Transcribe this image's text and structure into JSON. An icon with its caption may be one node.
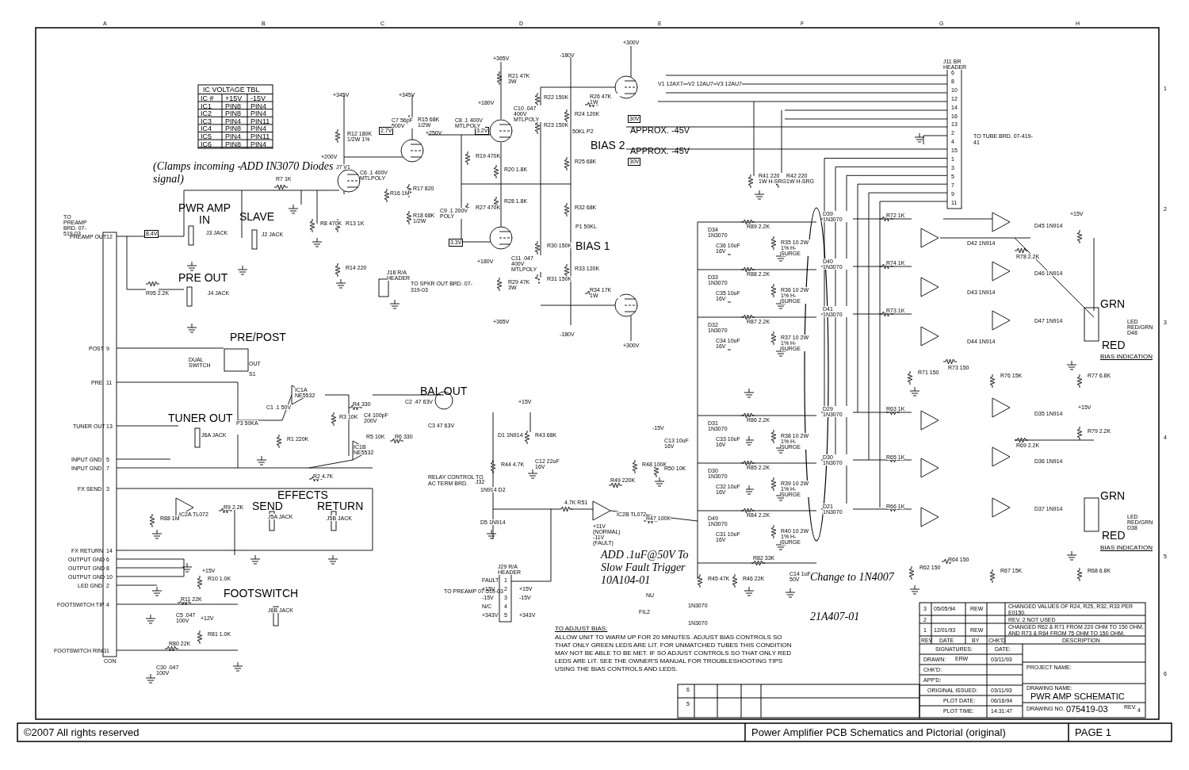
{
  "diagram": {
    "labels": [
      "A",
      "B",
      "C",
      "D",
      "E",
      "F",
      "G",
      "H",
      "1",
      "2",
      "3",
      "4",
      "5",
      "6",
      "IC VOLTAGE TBL",
      "IC #",
      "+15V",
      "-15V",
      "IC1",
      "PIN8",
      "PIN4",
      "IC2",
      "PIN8",
      "PIN4",
      "IC3",
      "PIN4",
      "PIN11",
      "IC4",
      "PIN8",
      "PIN4",
      "IC5",
      "PIN4",
      "PIN11",
      "IC6",
      "PIN8",
      "PIN4",
      "(Clamps incoming -signal)",
      "ADD IN3070 Diodes",
      "PWR AMP IN",
      "SLAVE",
      "PRE OUT",
      "PRE/POST",
      "TUNER OUT",
      "BAL OUT",
      "EFFECTS",
      "SEND",
      "RETURN",
      "FOOTSWITCH",
      "BIAS 2",
      "BIAS 1",
      "APPROX. -45V",
      "APPROX. -45V",
      "GRN",
      "RED",
      "BIAS INDICATION",
      "GRN",
      "RED",
      "BIAS INDICATION",
      "TO PREAMP BRD. 07-519-03",
      "CON",
      "PREAMP OUT",
      "12",
      "POST",
      "9",
      "PRE",
      "11",
      "TUNER OUT",
      "13",
      "INPUT GND",
      "5",
      "INPUT GND",
      "7",
      "FX SEND",
      "3",
      "FX RETURN",
      "14",
      "OUTPUT GND",
      "6",
      "OUTPUT GND",
      "8",
      "OUTPUT GND",
      "10",
      "LED GND",
      "2",
      "FOOTSWITCH TIP",
      "4",
      "FOOTSWITCH RING",
      "1",
      "+345V",
      "+345V",
      "+365V",
      "-180V",
      "+300V",
      "+180V",
      "+250V",
      "+200V",
      "8.4V",
      "2.7V",
      "3.2V",
      "3.3V",
      "30V",
      "30V",
      "+180V",
      "+365V",
      "-180V",
      "+300V",
      "R7 1K",
      "R8 470K",
      "R12 180K 1/2W 1%",
      "R13 1K",
      "R14 220",
      "J3 JACK",
      "J2 JACK",
      "R95 2.2K",
      "J4 JACK",
      "C6 .1 400V MTLPOLY",
      "J7 V1",
      "C7 56pF 500V",
      "R15 68K 1/2W",
      "C8 .1 400V MTLPOLY",
      "R21 47K 3W",
      "C10 .047 400V MTLPOLY",
      "R22 150K",
      "R23 150K",
      "R24 120K",
      "R26 47K 1W",
      "50KL P2",
      "R25 68K",
      "R19 470K",
      "R20 1.8K",
      "R16 1M",
      "R17 820",
      "R18 68K 1/2W",
      "C9 .1 200V POLY",
      "R27 470K",
      "R28 1.8K",
      "R32 68K",
      "P1 50KL",
      "R30 150K",
      "R31 150K",
      "R33 120K",
      "R34 17K 1W",
      "R29 47K 3W",
      "C11 .047 400V MTLPOLY",
      "J18 R/A HEADER",
      "TO SPKR OUT BRD. 07-319-03",
      "J11 BR HEADER",
      "6",
      "8",
      "10",
      "12",
      "14",
      "16",
      "13",
      "2",
      "4",
      "15",
      "1",
      "3",
      "5",
      "7",
      "9",
      "11",
      "TO TUBE BRD. 07-419-41",
      "R41 220 1W H-SRG",
      "R42 220 1W H-SRG",
      "V1 12AX7",
      "V2 12AU7",
      "V3 12AU7",
      "D34 1N3070",
      "R89 2.2K",
      "C36 10uF 16V",
      "R35 10 2W 1% H-SURGE",
      "D39 1N3070",
      "R72 1K",
      "D33 1N3070",
      "R88 2.2K",
      "C35 10uF 16V",
      "R36 10 2W 1% H-SURGE",
      "D40 1N3070",
      "R74 1K",
      "D32 1N3070",
      "R87 2.2K",
      "C34 10uF 16V",
      "R37 10 2W 1% H-SURGE",
      "D41 1N3070",
      "R73 1K",
      "D42 1N914",
      "D43 1N914",
      "D44 1N914",
      "D45 1N914",
      "D46 1N914",
      "D47 1N914",
      "R78 2.2K",
      "+15V",
      "LED RED/GRN D48",
      "R73 150",
      "R71 150",
      "R76 15K",
      "R77 6.8K",
      "D31 1N3070",
      "R86 2.2K",
      "C33 10uF 16V",
      "R38 10 2W 1% H-SURGE",
      "D29 1N3070",
      "R63 1K",
      "D30 1N3070",
      "R85 2.2K",
      "C32 10uF 16V",
      "R39 10 2W 1% H-SURGE",
      "D30 1N3070",
      "R65 1K",
      "D49 1N3070",
      "R84 2.2K",
      "C31 10uF 16V",
      "R40 10 2W 1% H-SURGE",
      "D21 1N3070",
      "R66 1K",
      "R82 33K",
      "R45 47K",
      "R46 22K",
      "C14 1uF 50V",
      "D35 1N914",
      "D36 1N914",
      "D37 1N914",
      "R69 2.2K",
      "R79 2.2K",
      "+15V",
      "LED RED/GRN D38",
      "R64 150",
      "R62 150",
      "R67 15K",
      "R68 6.8K",
      "+15V",
      "D1 1N914",
      "R43 68K",
      "R44 4.7K",
      "C12 22uF 16V",
      "RELAY CONTROL TO AC TERM BRD.",
      "J32",
      "1N914 D2",
      "D5 1N914",
      "4.7K R51",
      "R49 220K",
      "R48 100K",
      "R50 10K",
      "-15V",
      "C13 10uF 16V",
      "IC2B TL072",
      "R47 100K",
      "+11V (NORMAL) -11V (FAULT)",
      "J29 R/A HEADER",
      "FAULT",
      "+15V",
      "-15V",
      "N/C",
      "+343V",
      "1",
      "2",
      "3",
      "4",
      "5",
      "+15V",
      "-15V",
      "+343V",
      "TO PREAMP 07-519-03",
      "NU",
      "FIL2",
      "1N3070",
      "1N3070",
      "ADD .1uF@50V To Slow Fault Trigger 10A104-01",
      "Change to 1N4007",
      "21A407-01",
      "DUAL SWITCH",
      "OUT",
      "S1",
      "P3 50KA",
      "C1 .1 50V",
      "R1 220K",
      "IC1A NE5532",
      "R4 330",
      "C4 100pF 200V",
      "R3 10K",
      "R5 10K",
      "R6 330",
      "C2 .47 63V",
      "C3 47 63V",
      "IC1B NE5532",
      "R2 4.7K",
      "J6A JACK",
      "IC2A TL072",
      "R9 2.2K",
      "R88 1M",
      "J5A JACK",
      "J5B JACK",
      "+15V",
      "R10 1.0K",
      "R11 22K",
      "C5 .047 100V",
      "+12V",
      "R81 1.0K",
      "R80 22K",
      "C30 .047 100V",
      "J6B JACK",
      "TO ADJUST BIAS:",
      "ALLOW UNIT TO WARM UP FOR 20 MINUTES. ADJUST BIAS CONTROLS SO THAT ONLY GREEN LEDS ARE LIT. FOR UNMATCHED TUBES THIS CONDITION MAY NOT BE ABLE TO BE MET. IF SO ADJUST CONTROLS SO THAT ONLY RED LEDS ARE LIT. SEE THE OWNER'S MANUAL FOR TROUBLESHOOTING TIPS USING THE BIAS CONTROLS AND LEDS.",
      "6",
      "5",
      "3",
      "05/05/94",
      "REW",
      "CHANGED VALUES OF R24, R25, R32, R33 PER E0150.",
      "2",
      "REV. 2 NOT USED",
      "1",
      "12/01/93",
      "REW",
      "CHANGED R62 & R71 FROM 220 OHM TO 150 OHM, AND R73 & R64 FROM 75 OHM TO 150 OHM.",
      "REV",
      "DATE",
      "BY",
      "CHK'D",
      "DESCRIPTION",
      "SIGNATURES:",
      "DATE:",
      "DRAWN:",
      "ERW",
      "03/11/93",
      "CHK'D:",
      "APP'D:",
      "ORIGINAL ISSUED:",
      "03/11/93",
      "PLOT DATE:",
      "06/16/94",
      "PLOT TIME:",
      "14:31:47",
      "PROJECT NAME:",
      "DRAWING NAME:",
      "PWR AMP SCHEMATIC",
      "DRAWING NO.",
      "075419-03",
      "REV.",
      "4",
      "©2007 All rights reserved",
      "Power Amplifier PCB Schematics and Pictorial (original)",
      "PAGE 1"
    ]
  }
}
